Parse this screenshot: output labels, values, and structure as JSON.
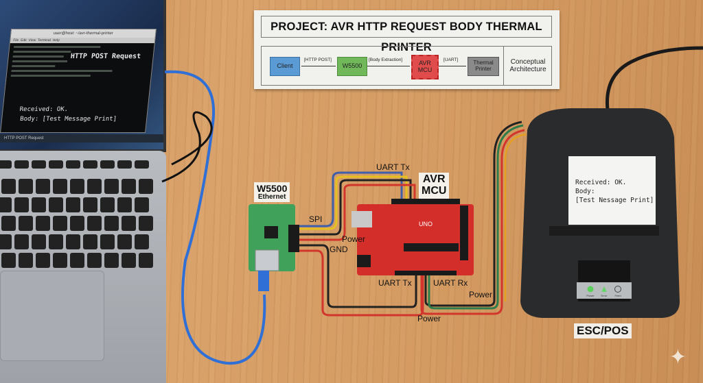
{
  "laptop": {
    "window_title": "user@host: ~/avr-thermal-printer",
    "menu": [
      "File",
      "Edit",
      "View",
      "Terminal",
      "Help"
    ],
    "overlay_title": "HTTP POST Request",
    "received_line": "Received: OK.",
    "body_line": "Body: [Test Message Print]",
    "taskbar_item": "HTTP POST Request"
  },
  "diagram_card": {
    "title": "PROJECT: AVR HTTP REQUEST BODY THERMAL PRINTER",
    "nodes": [
      "Client",
      "W5500",
      "AVR MCU",
      "Thermal Printer"
    ],
    "edges": [
      "[HTTP POST]",
      "[Body Extraction]",
      "[UART]"
    ],
    "caption": "Conceptual Architecture",
    "colors": {
      "client": "#5b9bd5",
      "w5500": "#70b85a",
      "mcu": "#e04b4b",
      "printer": "#8a8a8a"
    }
  },
  "labels": {
    "w5500_name": "W5500",
    "w5500_sub": "Ethernet",
    "mcu_line1": "AVR",
    "mcu_line2": "MCU",
    "spi": "SPI",
    "power_top": "Power",
    "gnd": "GND",
    "uart_tx_top": "UART Tx",
    "uart_tx_bottom": "UART Tx",
    "uart_rx": "UART Rx",
    "power_right": "Power",
    "power_bottom": "Power",
    "board_brand": "UNO"
  },
  "printer": {
    "paper_lines": [
      "Received: OK.",
      "Body:",
      "[Test Nessage Print]"
    ],
    "buttons": [
      "Power",
      "Error",
      "Feed"
    ],
    "label": "ESC/POS"
  }
}
